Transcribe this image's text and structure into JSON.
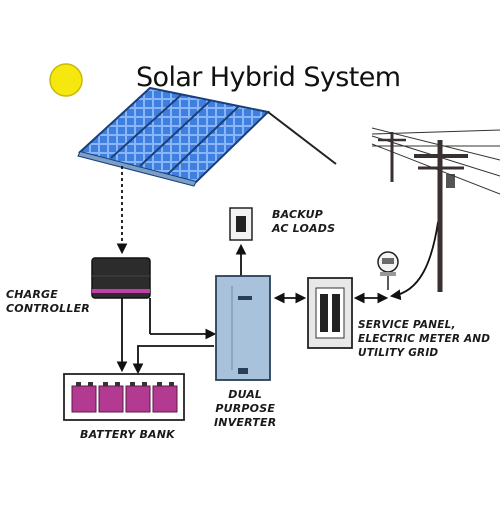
{
  "title": "Solar Hybrid System",
  "labels": {
    "backup_loads": "BACKUP\nAC LOADS",
    "charge_controller": "CHARGE\nCONTROLLER",
    "service_panel": "SERVICE PANEL,\nELECTRIC METER AND\nUTILITY GRID",
    "battery_bank": "BATTERY BANK",
    "inverter": "DUAL\nPURPOSE\nINVERTER"
  },
  "colors": {
    "sun": "#f6e80f",
    "panel": "#2f6fd1",
    "battery": "#b23a90",
    "inverter": "#a7c2da",
    "controller": "#2c2c2c"
  },
  "icons": {
    "sun": "sun-icon",
    "panel": "solar-panel-icon",
    "pole": "utility-pole-icon",
    "meter": "electric-meter-icon"
  }
}
